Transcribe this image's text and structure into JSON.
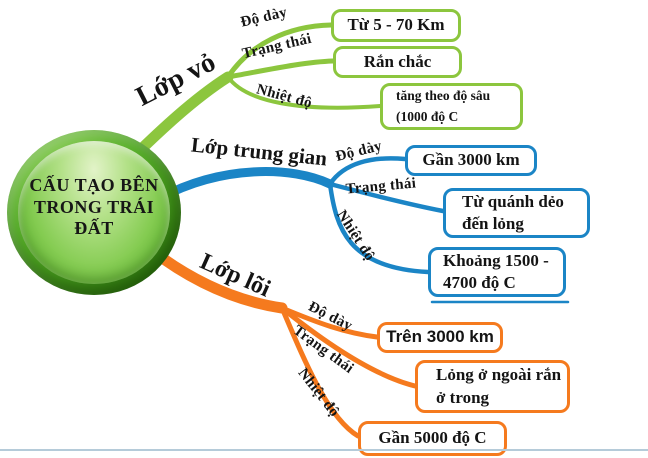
{
  "center": {
    "title_line1": "CẤU TẠO BÊN",
    "title_line2": "TRONG TRÁI",
    "title_line3": "ĐẤT"
  },
  "branches": {
    "crust": {
      "label": "Lớp vỏ",
      "color": "#8cc63e",
      "thickness": {
        "label": "Độ dày",
        "value": "Từ 5 - 70 Km"
      },
      "state": {
        "label": "Trạng thái",
        "value": "Rắn chắc"
      },
      "temperature": {
        "label": "Nhiệt độ",
        "value": "tăng theo độ sâu (1000 độ C"
      }
    },
    "mantle": {
      "label": "Lớp trung gian",
      "color": "#1b85c6",
      "thickness": {
        "label": "Độ dày",
        "value": "Gần 3000 km"
      },
      "state": {
        "label": "Trạng thái",
        "value": "Từ quánh dẻo đến lỏng"
      },
      "temperature": {
        "label": "Nhiệt độ",
        "value": "Khoảng 1500 - 4700 độ C"
      }
    },
    "core": {
      "label": "Lớp lõi",
      "color": "#f57a1e",
      "thickness": {
        "label": "Độ dày",
        "value": "Trên 3000 km"
      },
      "state": {
        "label": "Trạng thái",
        "value": "Lỏng ở ngoài rắn ở trong"
      },
      "temperature": {
        "label": "Nhiệt độ",
        "value": "Gần 5000 độ C"
      }
    }
  },
  "page": {
    "border_line_color": "#b5cbd9"
  }
}
